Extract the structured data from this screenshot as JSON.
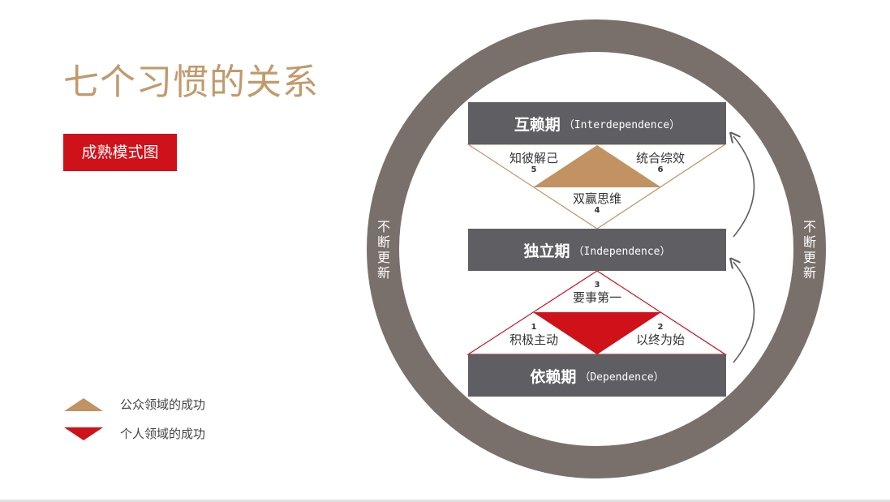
{
  "title": "七个习惯的关系",
  "badge": "成熟模式图",
  "colors": {
    "title": "#c29a6b",
    "accent_red": "#cf111a",
    "public_gold": "#c29263",
    "ring": "#7a706b",
    "stage_box": "#5f5e63",
    "arrow": "#5f5e63"
  },
  "legend": [
    {
      "shape": "triangle-up",
      "color": "#c29263",
      "label": "公众领域的成功"
    },
    {
      "shape": "triangle-down",
      "color": "#cf111a",
      "label": "个人领域的成功"
    }
  ],
  "ring": {
    "left_label": "不断更新",
    "right_label": "不断更新"
  },
  "stages": [
    {
      "zh": "互赖期",
      "en": "（Interdependence）"
    },
    {
      "zh": "独立期",
      "en": "（Independence）"
    },
    {
      "zh": "依赖期",
      "en": "（Dependence）"
    }
  ],
  "habits": {
    "h1": {
      "num": "1",
      "name": "积极主动"
    },
    "h2": {
      "num": "2",
      "name": "以终为始"
    },
    "h3": {
      "num": "3",
      "name": "要事第一"
    },
    "h4": {
      "num": "4",
      "name": "双赢思维"
    },
    "h5": {
      "num": "5",
      "name": "知彼解己"
    },
    "h6": {
      "num": "6",
      "name": "统合综效"
    }
  }
}
